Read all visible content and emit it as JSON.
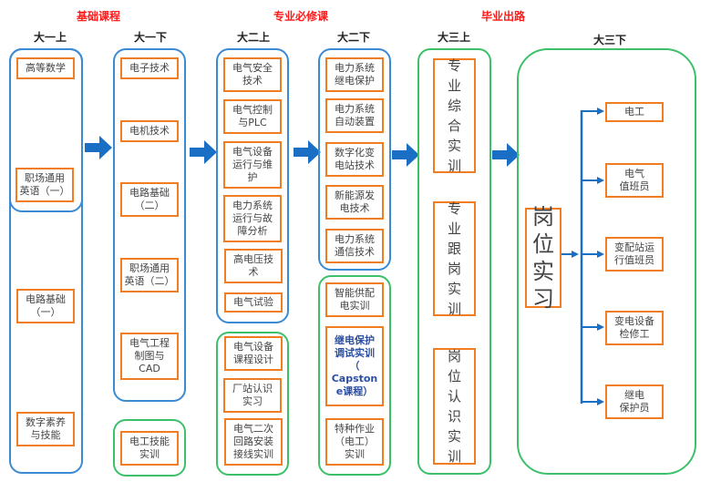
{
  "categories": [
    {
      "label": "基础课程"
    },
    {
      "label": "专业必修课"
    },
    {
      "label": "毕业出路"
    }
  ],
  "semesters": [
    {
      "label": "大一上"
    },
    {
      "label": "大一下"
    },
    {
      "label": "大二上"
    },
    {
      "label": "大二下"
    },
    {
      "label": "大三上"
    },
    {
      "label": "大三下"
    }
  ],
  "columns": {
    "y1a": {
      "courses": [
        "高等数学",
        "职场通用\n英语（一）",
        "电路基础\n（一）",
        "数字素养\n与技能"
      ]
    },
    "y1b": {
      "courses": [
        "电子技术",
        "电机技术",
        "电路基础\n（二）",
        "职场通用\n英语（二）",
        "电气工程\n制图与\nCAD"
      ],
      "practice": [
        "电工技能\n实训"
      ]
    },
    "y2a": {
      "courses": [
        "电气安全\n技术",
        "电气控制\n与PLC",
        "电气设备\n运行与维\n护",
        "电力系统\n运行与故\n障分析",
        "高电压技\n术",
        "电气试验"
      ],
      "practice": [
        "电气设备\n课程设计",
        "厂站认识\n实习",
        "电气二次\n回路安装\n接线实训"
      ]
    },
    "y2b": {
      "courses": [
        "电力系统\n继电保护",
        "电力系统\n自动装置",
        "数字化变\n电站技术",
        "新能源发\n电技术",
        "电力系统\n通信技术"
      ],
      "practice": [
        "智能供配\n电实训",
        "继电保护\n调试实训\n（\nCapston\ne课程）",
        "特种作业\n（电工）\n实训"
      ]
    },
    "y3a": {
      "practice": [
        "专\n业\n综\n合\n实\n训",
        "专\n业\n跟\n岗\n实\n训",
        "岗\n位\n认\n识\n实\n训"
      ]
    },
    "y3b": {
      "internship": "岗\n位\n实\n习",
      "jobs": [
        "电工",
        "电气\n值班员",
        "变配站运\n行值班员",
        "变电设备\n检修工",
        "继电\n保护员"
      ]
    }
  },
  "colors": {
    "category_text": "#ff1a1a",
    "course_group_border": "#3a8ad4",
    "practice_group_border": "#3cc06a",
    "course_box_border": "#f07d21",
    "arrow": "#1a6fc4",
    "capstone_text": "#2b4ea0"
  }
}
